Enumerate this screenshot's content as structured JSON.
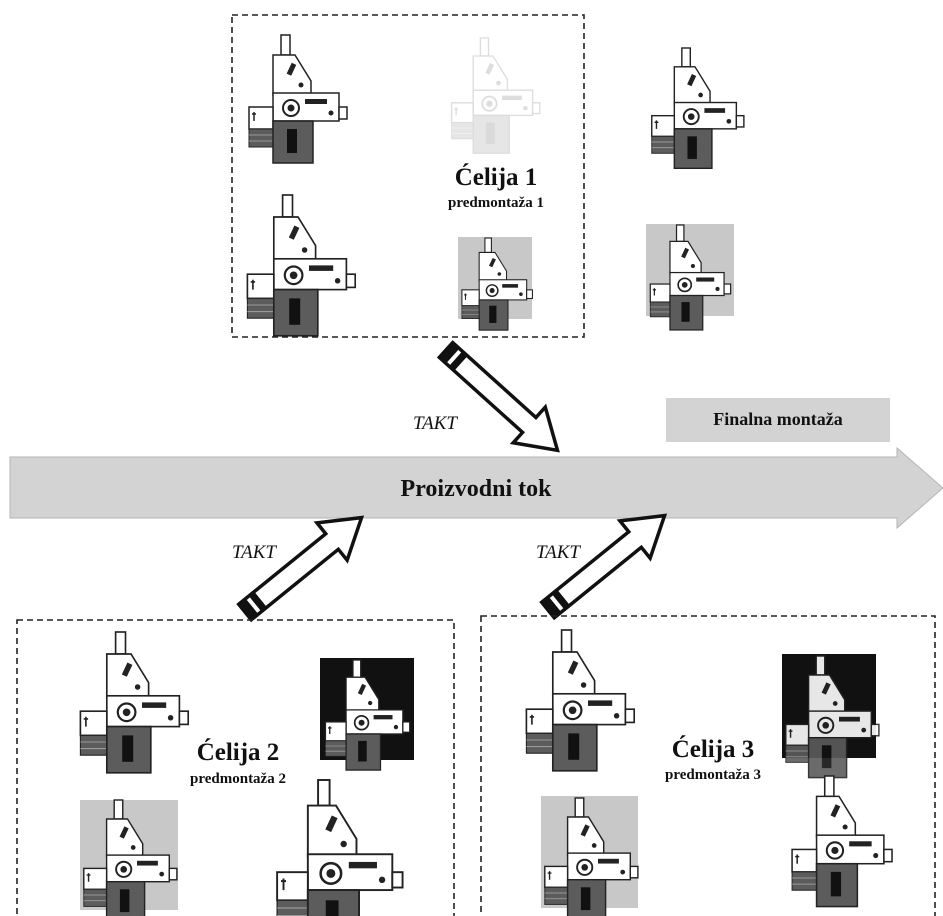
{
  "cells": [
    {
      "title": "Ćelija 1",
      "subtitle": "predmontaža 1"
    },
    {
      "title": "Ćelija 2",
      "subtitle": "predmontaža 2"
    },
    {
      "title": "Ćelija 3",
      "subtitle": "predmontaža 3"
    }
  ],
  "takt_label": "TAKT",
  "flow": {
    "label": "Proizvodni tok"
  },
  "final_assembly": {
    "label": "Finalna montaža"
  },
  "machine_icon": "press-machine-icon",
  "colors": {
    "flow_band": "#d3d3d3",
    "final_box": "#d3d3d3",
    "machine_dark": "#5c5c5c",
    "ink": "#111111"
  }
}
